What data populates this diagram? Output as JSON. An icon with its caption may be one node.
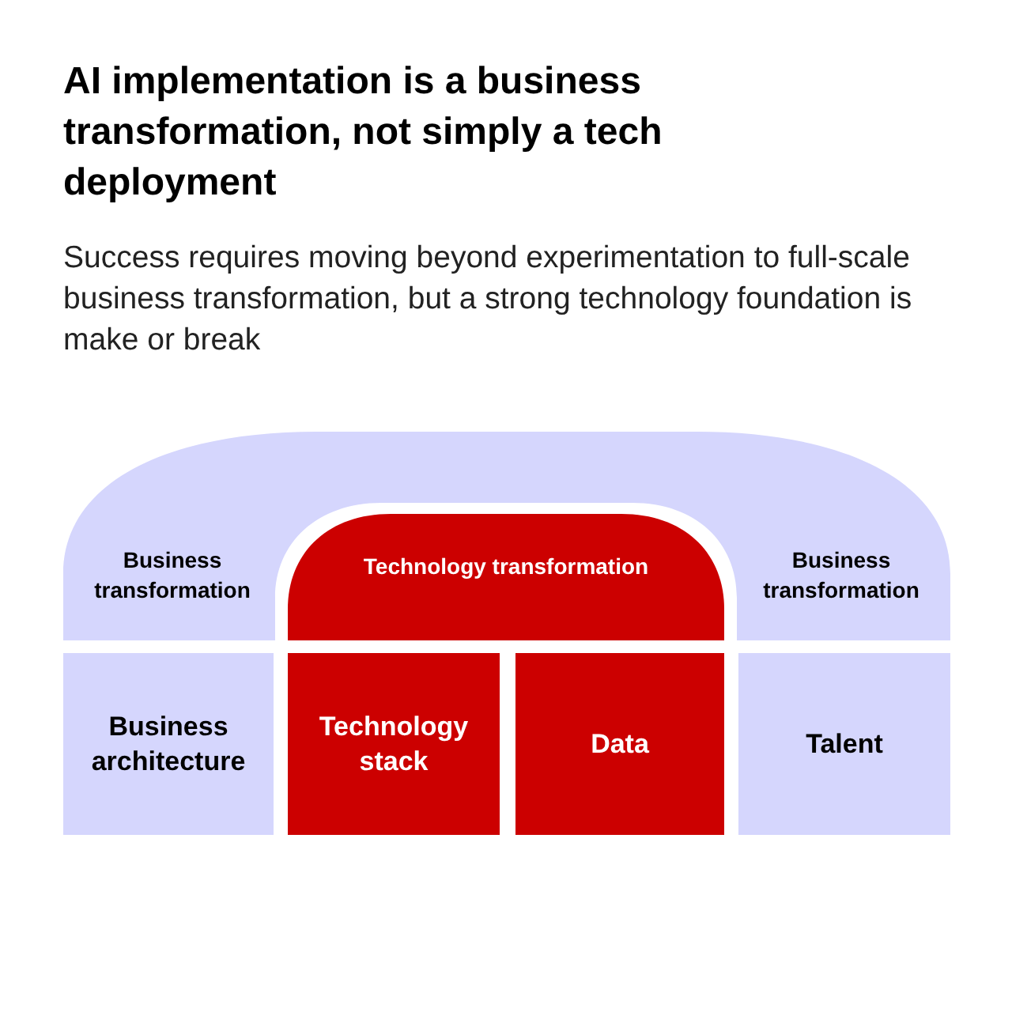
{
  "diagram": {
    "title": "AI implementation is a business transformation, not simply a tech deployment",
    "nodes": [
      {
        "text": [
          "Business transformation",
          "Business transformation"
        ]
      },
      {
        "text": [
          "Technology transformation"
        ]
      },
      {
        "text": [
          "Business architecture"
        ]
      },
      {
        "text": [
          "Technology stack"
        ]
      },
      {
        "text": [
          "Data"
        ]
      },
      {
        "text": [
          "Talent"
        ]
      }
    ],
    "labels": [
      "Success requires moving beyond experimentation to full-scale business transformation, but a strong technology foundation is make or break"
    ]
  }
}
